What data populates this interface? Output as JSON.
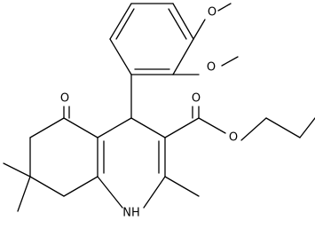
{
  "diagram": {
    "type": "chemical-structure",
    "atom_labels": {
      "ome_top_o": "O",
      "ome_mid_o": "O",
      "ketone_o": "O",
      "ester_carbonyl_o": "O",
      "ester_o": "O",
      "amine_nh": "NH"
    },
    "colors": {
      "bond": "#000000",
      "label": "#000000",
      "background": "#ffffff"
    }
  }
}
